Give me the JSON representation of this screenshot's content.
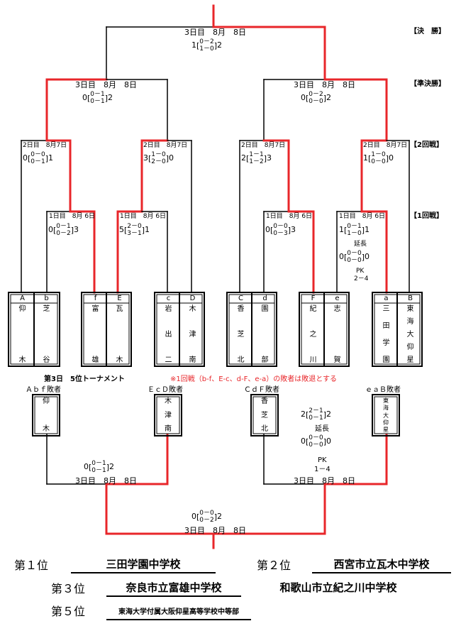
{
  "rounds": {
    "final": "【決　勝】",
    "semi": "【準決勝】",
    "second": "【2回戦】",
    "first": "【1回戦】"
  },
  "matches": {
    "final": {
      "date": "3日目　8月　8日",
      "left": "1",
      "right": "2",
      "s1": "0－2",
      "s2": "1－0"
    },
    "semi_left": {
      "date": "3日目　8月　8日",
      "left": "0",
      "right": "2",
      "s1": "0－1",
      "s2": "0－1"
    },
    "semi_right": {
      "date": "3日目　8月　8日",
      "left": "0",
      "right": "2",
      "s1": "0－2",
      "s2": "0－0"
    },
    "r2_1": {
      "date": "2日目　8月7日",
      "left": "0",
      "right": "1",
      "s1": "0－0",
      "s2": "0－1"
    },
    "r2_2": {
      "date": "2日目　8月7日",
      "left": "3",
      "right": "0",
      "s1": "1－0",
      "s2": "2－0"
    },
    "r2_3": {
      "date": "2日目　8月7日",
      "left": "2",
      "right": "3",
      "s1": "1－1",
      "s2": "1－2"
    },
    "r2_4": {
      "date": "2日目　8月7日",
      "left": "1",
      "right": "0",
      "s1": "1－0",
      "s2": "0－0"
    },
    "r1_1": {
      "date": "1日目　8月 6日",
      "left": "0",
      "right": "3",
      "s1": "0－1",
      "s2": "0－2"
    },
    "r1_2": {
      "date": "1日目　8月 6日",
      "left": "5",
      "right": "1",
      "s1": "2－0",
      "s2": "3－1"
    },
    "r1_3": {
      "date": "1日目　8月 6日",
      "left": "0",
      "right": "3",
      "s1": "0－0",
      "s2": "0－3"
    },
    "r1_4": {
      "date": "1日目　8月 6日",
      "left": "1",
      "right": "1",
      "s1": "0－1",
      "s2": "1－0",
      "extra": "延長",
      "left2": "0",
      "right2": "0",
      "e1": "0－0",
      "e2": "0－0",
      "pk": "PK",
      "pk_score": "2－4"
    }
  },
  "teams": [
    {
      "letter": "A",
      "chars": [
        "仰",
        "木"
      ]
    },
    {
      "letter": "b",
      "chars": [
        "芝",
        "谷"
      ]
    },
    {
      "letter": "f",
      "chars": [
        "富",
        "雄"
      ]
    },
    {
      "letter": "E",
      "chars": [
        "瓦",
        "木"
      ]
    },
    {
      "letter": "c",
      "chars": [
        "岩",
        "出",
        "二"
      ]
    },
    {
      "letter": "D",
      "chars": [
        "木",
        "津",
        "南"
      ]
    },
    {
      "letter": "C",
      "chars": [
        "香",
        "芝",
        "北"
      ]
    },
    {
      "letter": "d",
      "chars": [
        "園",
        "部"
      ]
    },
    {
      "letter": "F",
      "chars": [
        "紀",
        "之",
        "川"
      ]
    },
    {
      "letter": "e",
      "chars": [
        "志",
        "賀"
      ]
    },
    {
      "letter": "a",
      "chars": [
        "三",
        "田",
        "学",
        "園"
      ]
    },
    {
      "letter": "B",
      "chars": [
        "東",
        "海",
        "大",
        "仰",
        "星"
      ]
    }
  ],
  "consolation": {
    "title": "第3日　5位トーナメント",
    "note": "※1回戦（b-f、E-c、d-F、e-a）の敗者は敗退とする",
    "groups": [
      {
        "label": "Ａｂｆ敗者",
        "chars": [
          "仰",
          "木"
        ]
      },
      {
        "label": "ＥｃＤ敗者",
        "chars": [
          "木",
          "津",
          "南"
        ]
      },
      {
        "label": "ＣｄＦ敗者",
        "chars": [
          "香",
          "芝",
          "北"
        ]
      },
      {
        "label": "ｅａＢ敗者",
        "chars": [
          "東",
          "海",
          "大",
          "仰",
          "星"
        ]
      }
    ],
    "m_left": {
      "date": "3日目　8月　8日",
      "left": "0",
      "right": "2",
      "s1": "0－1",
      "s2": "0－1"
    },
    "m_right": {
      "date": "3日目　8月　8日",
      "left": "2",
      "right": "2",
      "s1": "2－1",
      "s2": "0－1",
      "extra": "延長",
      "left2": "0",
      "right2": "0",
      "e1": "0－0",
      "e2": "0－0",
      "pk": "PK",
      "pk_score": "1－4"
    },
    "m_final": {
      "date": "3日目　8月　8日",
      "left": "0",
      "right": "2",
      "s1": "0－0",
      "s2": "0－2"
    }
  },
  "results": [
    {
      "rank": "第１位",
      "name": "三田学園中学校"
    },
    {
      "rank": "第２位",
      "name": "西宮市立瓦木中学校"
    },
    {
      "rank": "第３位",
      "name": "奈良市立富雄中学校"
    },
    {
      "rank": "",
      "name": "和歌山市立紀之川中学校"
    },
    {
      "rank": "第５位",
      "name": "東海大学付属大阪仰星高等学校中等部"
    }
  ]
}
